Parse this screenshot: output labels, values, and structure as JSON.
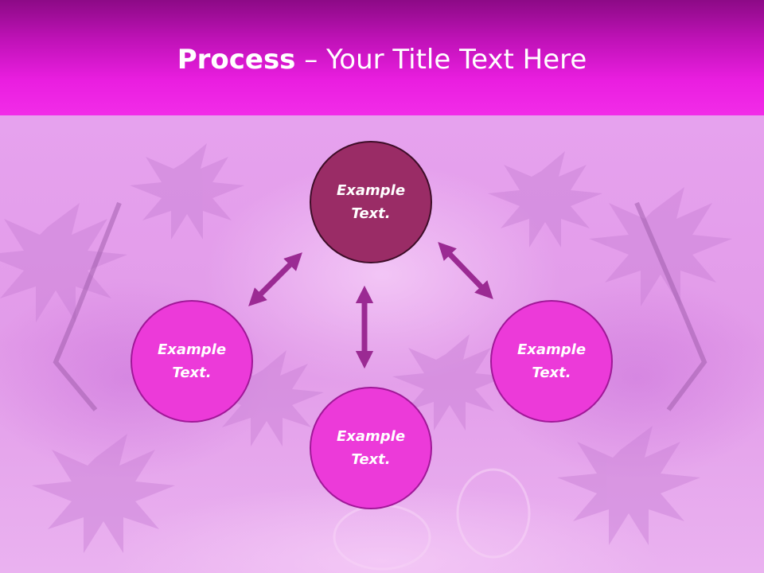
{
  "slide": {
    "title_bold": "Process",
    "title_rest": " – Your Title Text Here"
  },
  "diagram": {
    "top_node": {
      "line1": "Example",
      "line2": "Text."
    },
    "left_node": {
      "line1": "Example",
      "line2": "Text."
    },
    "right_node": {
      "line1": "Example",
      "line2": "Text."
    },
    "bottom_node": {
      "line1": "Example",
      "line2": "Text."
    }
  },
  "colors": {
    "header": "#e91fdf",
    "top_node": "#9a2c66",
    "node": "#ec3ad9",
    "arrow": "#9b2a93"
  }
}
